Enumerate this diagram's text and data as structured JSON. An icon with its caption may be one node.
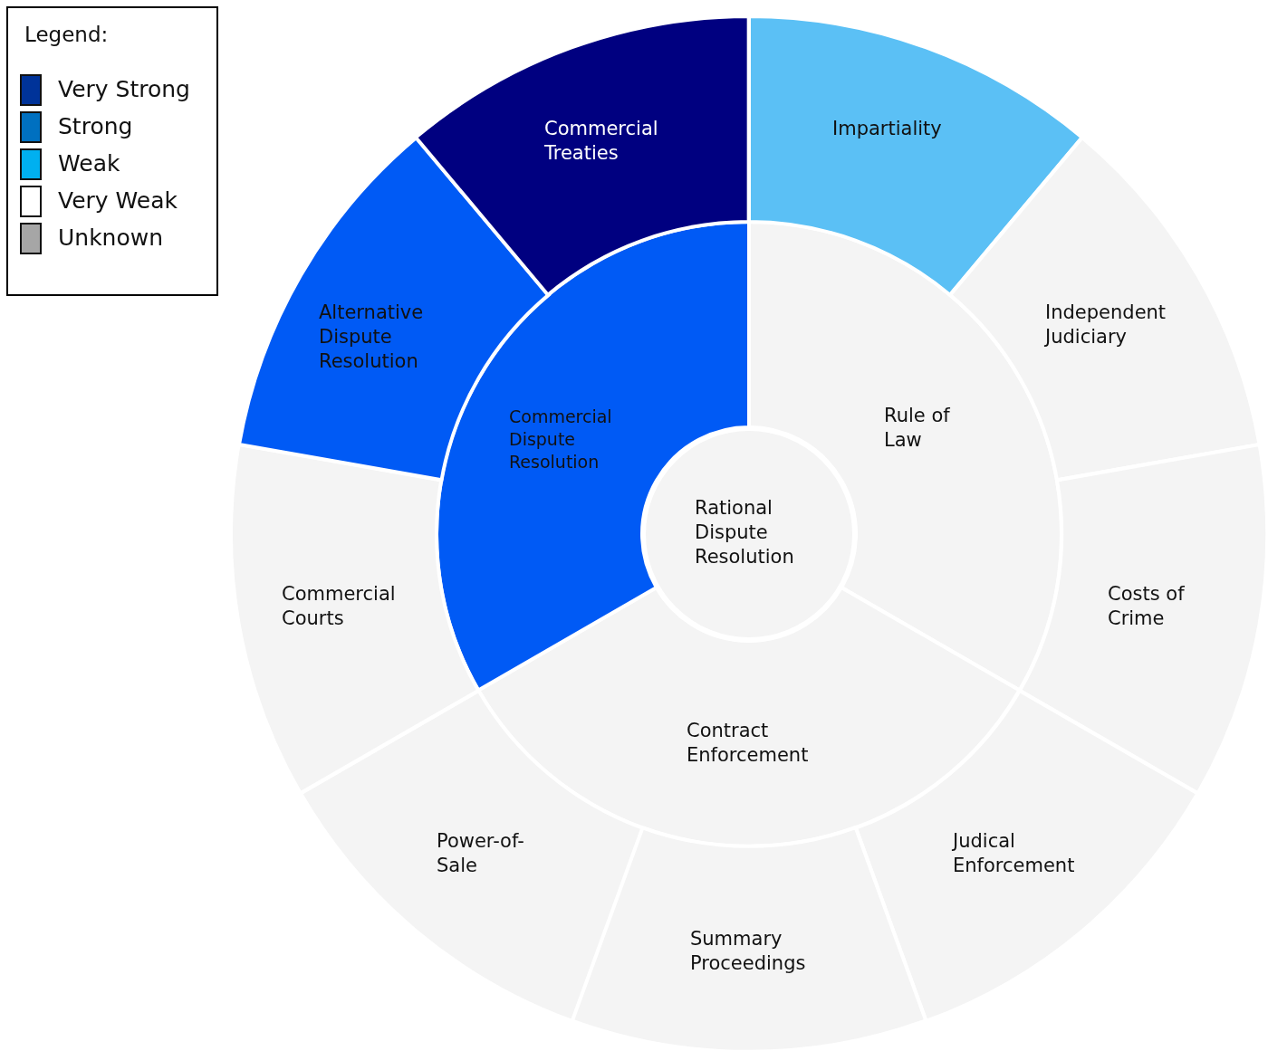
{
  "diagram": {
    "nodes": [
      {
        "text": [
          "Rational Dispute Resolution"
        ]
      },
      {
        "text": [
          "Rule of Law"
        ]
      },
      {
        "text": [
          "Contract Enforcement"
        ]
      },
      {
        "text": [
          "Commercial Dispute Resolution"
        ]
      },
      {
        "text": [
          "Impartiality"
        ]
      },
      {
        "text": [
          "Independent Judiciary"
        ]
      },
      {
        "text": [
          "Costs of Crime"
        ]
      },
      {
        "text": [
          "Judical Enforcement"
        ]
      },
      {
        "text": [
          "Summary Proceedings"
        ]
      },
      {
        "text": [
          "Power-of-Sale"
        ]
      },
      {
        "text": [
          "Commercial Courts"
        ]
      },
      {
        "text": [
          "Alternative Dispute Resolution"
        ]
      },
      {
        "text": [
          "Commercial Treaties"
        ]
      }
    ],
    "labels": [
      "Legend:"
    ],
    "legend": [
      {
        "text": "Very Strong",
        "color": "#003399"
      },
      {
        "text": "Strong",
        "color": "#0070c0"
      },
      {
        "text": "Weak",
        "color": "#00b0f0"
      },
      {
        "text": "Very Weak",
        "color": "#ffffff"
      },
      {
        "text": "Unknown",
        "color": "#a6a6a6"
      }
    ]
  }
}
